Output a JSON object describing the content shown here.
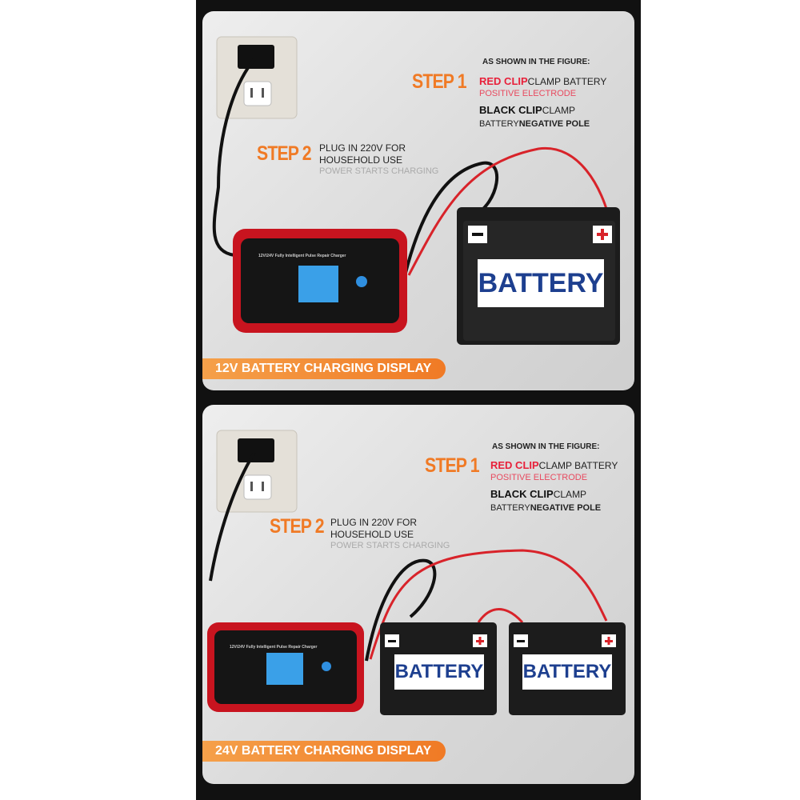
{
  "panels": [
    {
      "step1": "STEP 1",
      "intro": "AS SHOWN IN THE FIGURE:",
      "red_clip": "RED CLIP",
      "red_clip_desc": "CLAMP BATTERY",
      "positive": "POSITIVE ELECTRODE",
      "black_clip": "BLACK CLIP",
      "black_clip_desc": "CLAMP",
      "battery_word": "BATTERY",
      "negative": "NEGATIVE POLE",
      "step2": "STEP 2",
      "plug1": "PLUG IN 220V FOR",
      "plug2": "HOUSEHOLD USE",
      "power": "POWER STARTS CHARGING",
      "battery_label": "BATTERY",
      "charger_title": "12V/24V Fully Intelligent Pulse Repair Charger",
      "banner": "12V BATTERY CHARGING DISPLAY"
    },
    {
      "step1": "STEP 1",
      "intro": "AS SHOWN IN THE FIGURE:",
      "red_clip": "RED CLIP",
      "red_clip_desc": "CLAMP BATTERY",
      "positive": "POSITIVE ELECTRODE",
      "black_clip": "BLACK CLIP",
      "black_clip_desc": "CLAMP",
      "battery_word": "BATTERY",
      "negative": "NEGATIVE POLE",
      "step2": "STEP 2",
      "plug1": "PLUG IN 220V FOR",
      "plug2": "HOUSEHOLD USE",
      "power": "POWER STARTS CHARGING",
      "battery_label": "BATTERY",
      "battery_label_2": "BATTERY",
      "charger_title": "12V/24V Fully Intelligent Pulse Repair Charger",
      "banner": "24V BATTERY CHARGING DISPLAY"
    }
  ],
  "colors": {
    "accent": "#f07a25",
    "clip_red": "#e8203a",
    "battery_text": "#1d3f8f"
  }
}
